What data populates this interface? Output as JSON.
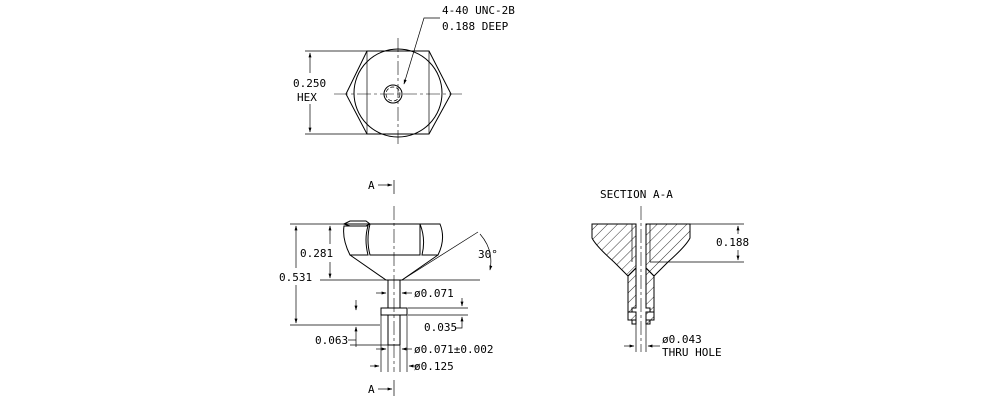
{
  "top_view": {
    "thread_callout_line1": "4-40 UNC-2B",
    "thread_callout_line2": "0.188 DEEP",
    "hex_dim_value": "0.250",
    "hex_dim_label": "HEX"
  },
  "front_view": {
    "section_marker_top": "A",
    "section_marker_bottom": "A",
    "dim_overall_height": "0.531",
    "dim_head_height": "0.281",
    "dim_angle": "30°",
    "dim_stem_dia": "ø0.071",
    "dim_flange_thk": "0.035",
    "dim_flange_pos": "0.063",
    "dim_tip_dia": "ø0.071±0.002",
    "dim_flange_dia": "ø0.125"
  },
  "section_view": {
    "title": "SECTION A-A",
    "dim_depth": "0.188",
    "dim_hole_dia": "ø0.043",
    "dim_hole_label": "THRU HOLE"
  }
}
